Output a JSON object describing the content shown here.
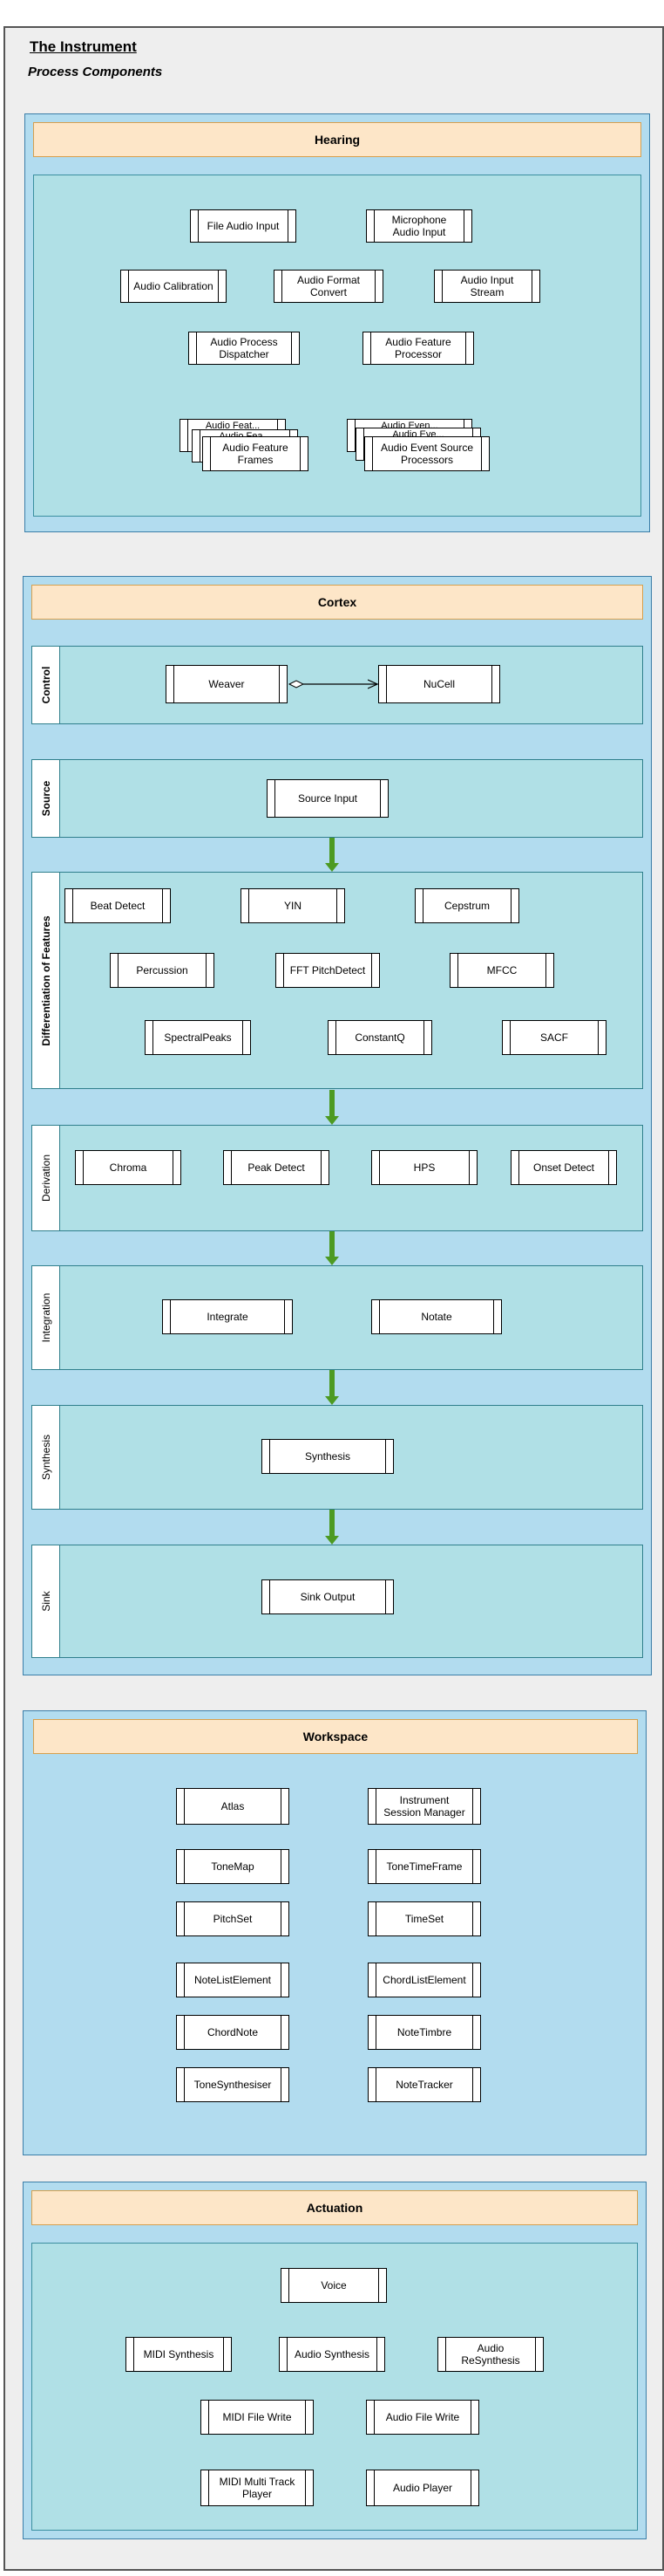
{
  "title": "The Instrument",
  "subtitle": "Process Components",
  "hearing": {
    "label": "Hearing",
    "components": [
      "File Audio Input",
      "Microphone\nAudio Input",
      "Audio Calibration",
      "Audio Format\nConvert",
      "Audio Input\nStream",
      "Audio Process\nDispatcher",
      "Audio Feature\nProcessor"
    ],
    "stacks": [
      "Audio Feature\nFrames",
      "Audio Event Source\nProcessors"
    ],
    "stack_hidden": [
      "Audio Feat...",
      "Audio Fea...",
      "Audio Even...",
      "Audio Eve..."
    ]
  },
  "cortex": {
    "label": "Cortex",
    "control": {
      "label": "Control",
      "components": [
        "Weaver",
        "NuCell"
      ]
    },
    "source": {
      "label": "Source",
      "components": [
        "Source Input"
      ]
    },
    "features": {
      "label": "Differentiation of Features",
      "components": [
        "Beat Detect",
        "YIN",
        "Cepstrum",
        "Percussion",
        "FFT PitchDetect",
        "MFCC",
        "SpectralPeaks",
        "ConstantQ",
        "SACF"
      ]
    },
    "derivation": {
      "label": "Derivation",
      "components": [
        "Chroma",
        "Peak Detect",
        "HPS",
        "Onset Detect"
      ]
    },
    "integration": {
      "label": "Integration",
      "components": [
        "Integrate",
        "Notate"
      ]
    },
    "synthesis": {
      "label": "Synthesis",
      "components": [
        "Synthesis"
      ]
    },
    "sink": {
      "label": "Sink",
      "components": [
        "Sink Output"
      ]
    }
  },
  "workspace": {
    "label": "Workspace",
    "components": [
      "Atlas",
      "Instrument\nSession Manager",
      "ToneMap",
      "ToneTimeFrame",
      "PitchSet",
      "TimeSet",
      "NoteListElement",
      "ChordListElement",
      "ChordNote",
      "NoteTimbre",
      "ToneSynthesiser",
      "NoteTracker"
    ]
  },
  "actuation": {
    "label": "Actuation",
    "components": [
      "Voice",
      "MIDI Synthesis",
      "Audio Synthesis",
      "Audio\nReSynthesis",
      "MIDI File Write",
      "Audio File Write",
      "MIDI Multi Track\nPlayer",
      "Audio Player"
    ]
  },
  "colors": {
    "section": "#b2dcef",
    "inner": "#b0e0e6",
    "header": "#fde6c8",
    "arrow": "#4d9a22"
  }
}
